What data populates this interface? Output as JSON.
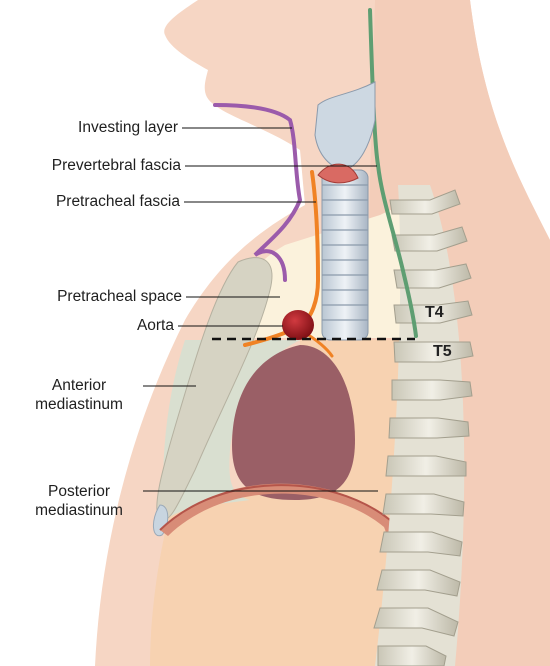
{
  "labels": {
    "investing_layer": "Investing layer",
    "prevertebral_fascia": "Prevertebral fascia",
    "pretracheal_fascia": "Pretracheal fascia",
    "pretracheal_space": "Pretracheal space",
    "aorta": "Aorta",
    "anterior_mediastinum_1": "Anterior",
    "anterior_mediastinum_2": "mediastinum",
    "posterior_mediastinum_1": "Posterior",
    "posterior_mediastinum_2": "mediastinum"
  },
  "vertebrae": {
    "t4": "T4",
    "t5": "T5"
  },
  "colors": {
    "skin": "#f6d6c4",
    "investing_layer": "#9b5bab",
    "prevertebral_fascia": "#5e9e72",
    "pretracheal_fascia": "#f08224",
    "aorta": "#a0161c",
    "heart": "#9a5f66",
    "pretracheal_space": "#fbf2dc",
    "posterior_mediastinum": "#f7d2b1",
    "anterior_mediastinum": "#d9dfd0",
    "spine": "#e4e1d4"
  }
}
